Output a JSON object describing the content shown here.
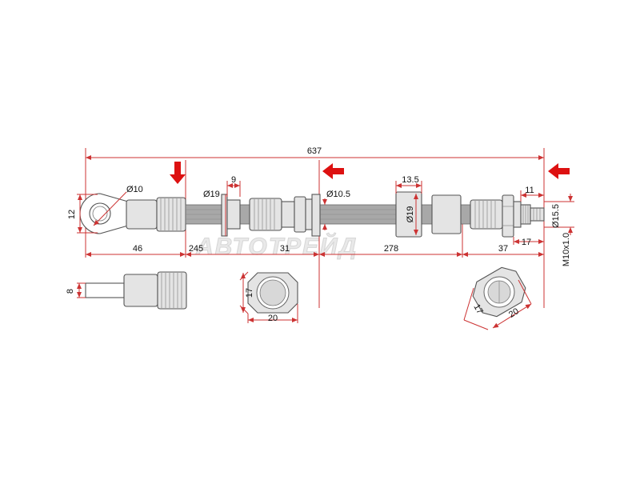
{
  "watermark": "АВТОТРЕЙД",
  "colors": {
    "arrow": "#dd1111",
    "dimension_line": "#cc3333"
  },
  "dimensions": {
    "overall_length": "637",
    "eye_diameter": "Ø10",
    "eye_height": "12",
    "eye_offset": "46",
    "bracket1_diameter": "Ø19",
    "bracket1_width": "9",
    "segment1_length": "245",
    "bracket1_offset": "31",
    "hose_diameter": "Ø10.5",
    "bracket2_width": "13.5",
    "bracket2_diameter": "Ø19",
    "segment2_length": "278",
    "nut_offset": "37",
    "nut_length": "11",
    "fitting_length": "17",
    "fitting_diameter": "Ø15.5",
    "thread": "M10x1.0",
    "side_view_width": "8",
    "hex1_height": "17",
    "hex1_width": "20",
    "hex2_height": "17",
    "hex2_width": "20"
  }
}
